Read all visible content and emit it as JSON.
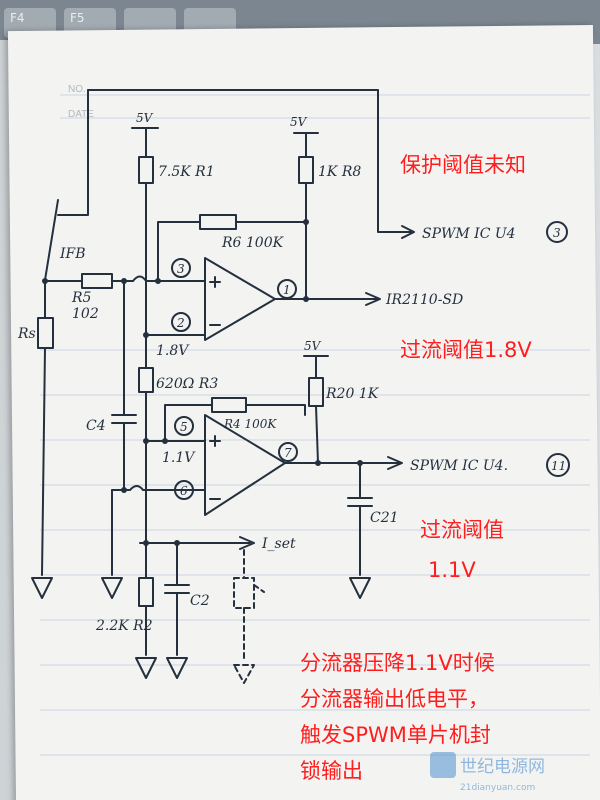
{
  "keyboard": {
    "keys": [
      "F4",
      "F5"
    ]
  },
  "notebook": {
    "header_no": "NO.",
    "header_date": "DATE"
  },
  "labels": {
    "v5_r1": "5V",
    "v5_r8": "5V",
    "v5_r20": "5V",
    "r1": "7.5K R1",
    "r8": "1K R8",
    "r6": "R6 100K",
    "ifb": "IFB",
    "r5": "R5",
    "r5_val": "102",
    "rs": "Rs",
    "pin3": "3",
    "pin2": "2",
    "pin1": "1",
    "pin5": "5",
    "pin6": "6",
    "pin7": "7",
    "v18": "1.8V",
    "r3": "620Ω R3",
    "r4": "R4 100K",
    "r20": "R20 1K",
    "v11": "1.1V",
    "c4": "C4",
    "c21": "C21",
    "c2": "C2",
    "r2": "2.2K R2",
    "i_set": "I_set",
    "spwm_top": "SPWM IC U4",
    "spwm_top_pin": "3",
    "ir2110": "IR2110-SD",
    "spwm_mid": "SPWM IC U4.",
    "spwm_mid_pin": "11"
  },
  "annotations": {
    "protect_threshold": "保护阈值未知",
    "overcurrent_18": "过流阈值1.8V",
    "overcurrent_11_a": "过流阈值",
    "overcurrent_11_b": "1.1V",
    "explain_1": "分流器压降1.1V时候",
    "explain_2": "分流器输出低电平，",
    "explain_3": "触发SPWM单片机封",
    "explain_4": "锁输出"
  },
  "watermark": {
    "text": "世纪电源网",
    "sub": "21dianyuan.com"
  }
}
